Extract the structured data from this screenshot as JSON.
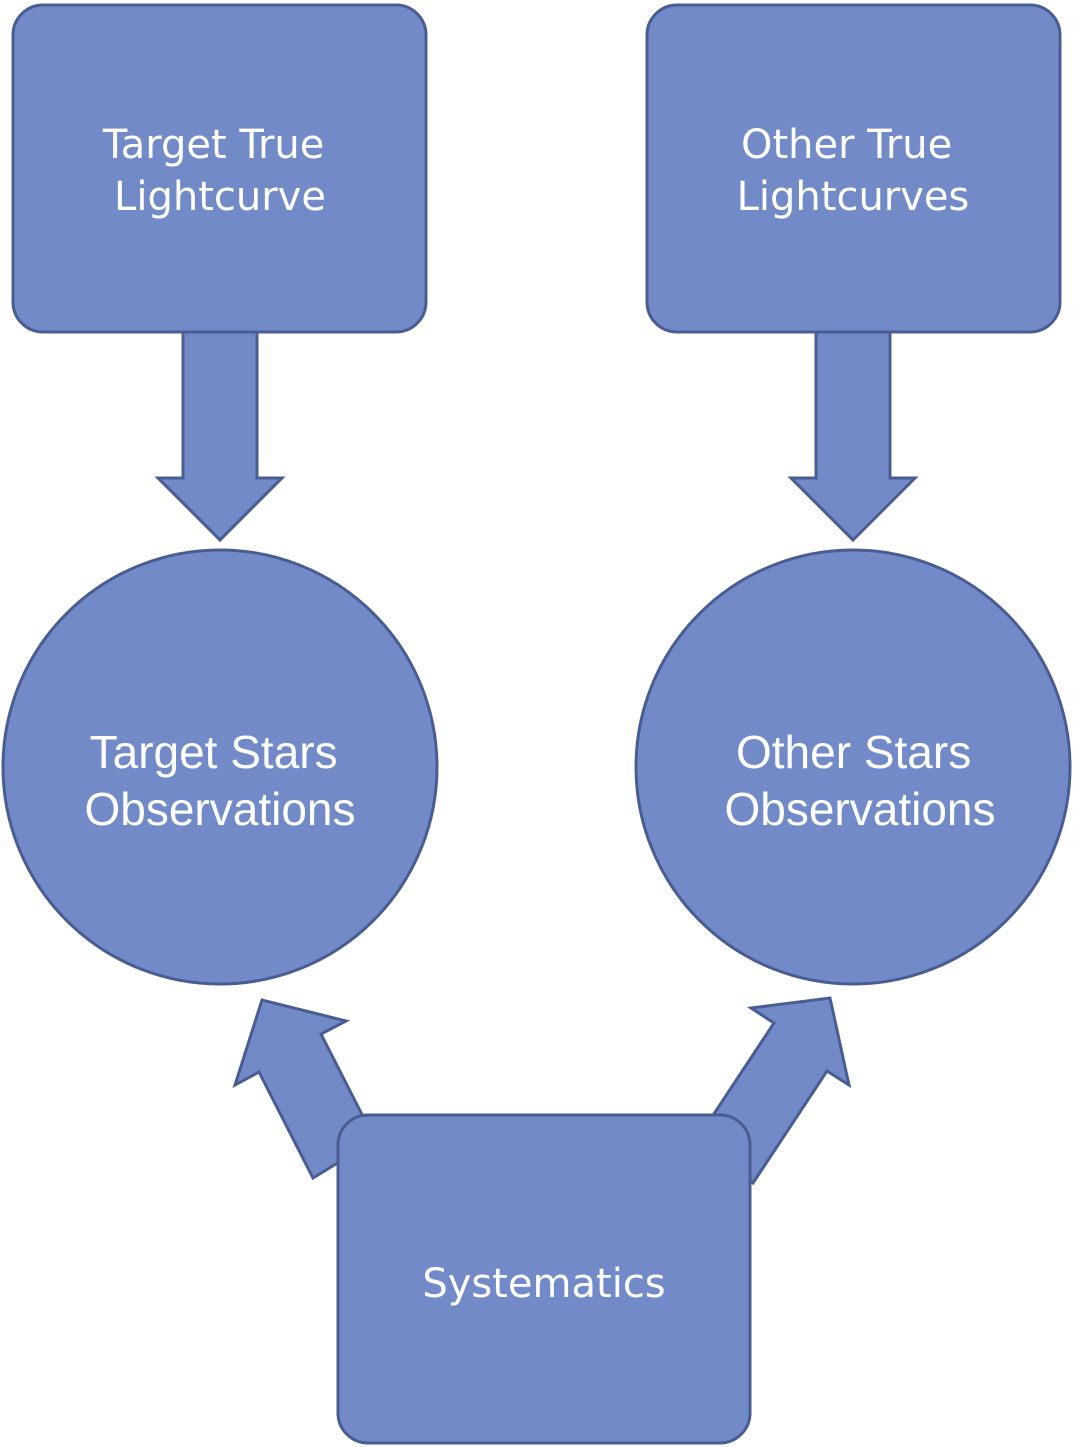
{
  "nodes": {
    "target_true": {
      "lines": [
        "Target True",
        "Lightcurve"
      ]
    },
    "other_true": {
      "lines": [
        "Other True",
        "Lightcurves"
      ]
    },
    "target_obs": {
      "lines": [
        "Target Stars",
        "Observations"
      ]
    },
    "other_obs": {
      "lines": [
        "Other Stars",
        "Observations"
      ]
    },
    "systematics": {
      "lines": [
        "Systematics"
      ]
    }
  },
  "colors": {
    "fill": "#728ac8",
    "stroke": "#4a5d93",
    "text": "#ffffff"
  }
}
